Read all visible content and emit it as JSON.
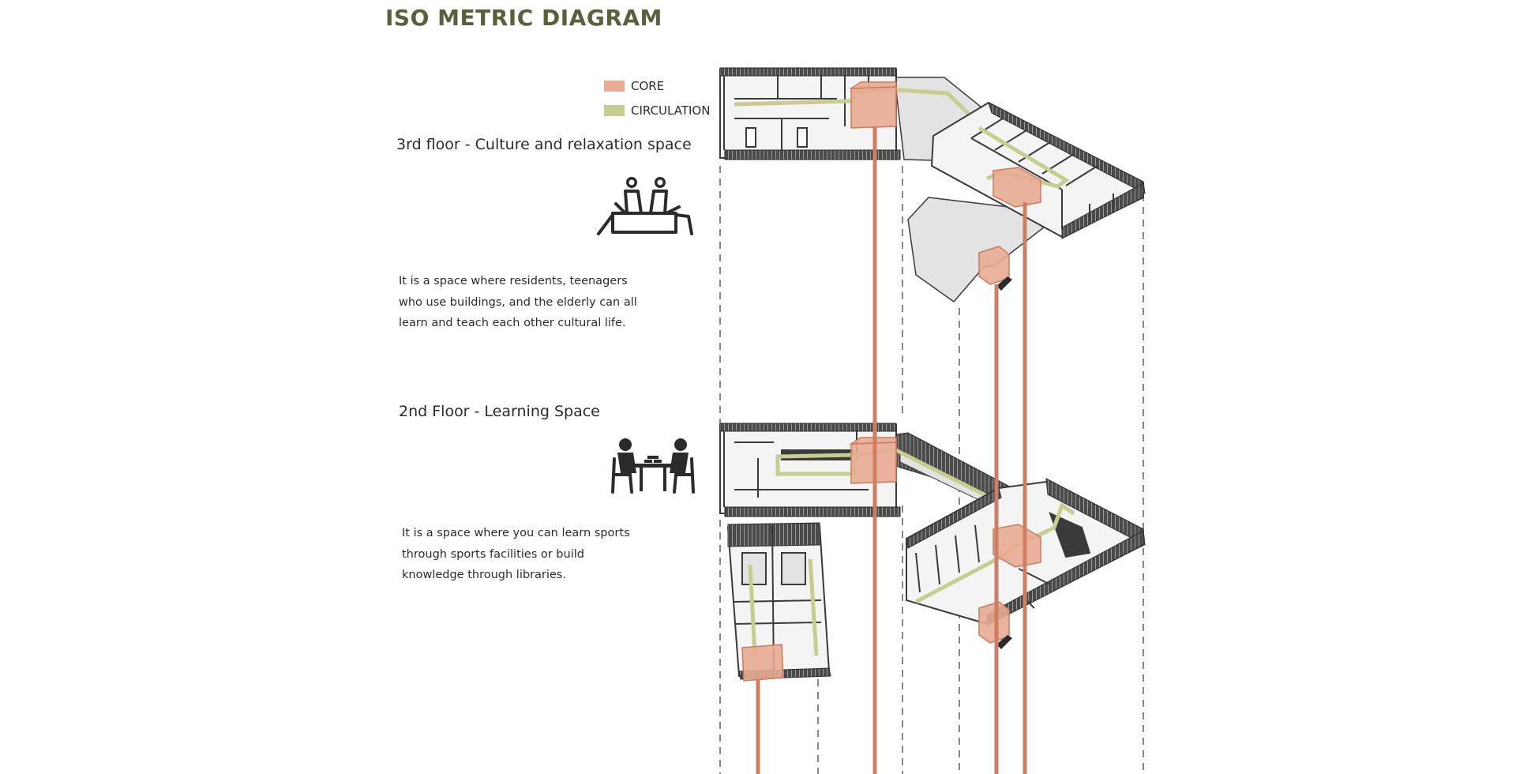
{
  "title": "ISO METRIC DIAGRAM",
  "legend": [
    {
      "label": "CORE",
      "color": "#e8ab93"
    },
    {
      "label": "CIRCULATION",
      "color": "#c7cd8f"
    }
  ],
  "floors": [
    {
      "title": "3rd floor - Culture and relaxation space",
      "icon": "people-relaxing-icon",
      "description_lines": [
        "It is a space where residents, teenagers",
        "who use buildings, and the elderly can all",
        "learn and teach each other cultural life."
      ]
    },
    {
      "title": "2nd Floor - Learning Space",
      "icon": "people-studying-icon",
      "description_lines": [
        "It is a space where you can learn sports",
        "through sports facilities or build",
        "knowledge through libraries."
      ]
    }
  ],
  "colors": {
    "core": "#e8ab93",
    "core_line": "#d07e60",
    "circulation": "#c7cd8f",
    "wall": "#3a3a3a",
    "floor_fill": "#e3e3e3",
    "title": "#5a5f3c"
  }
}
